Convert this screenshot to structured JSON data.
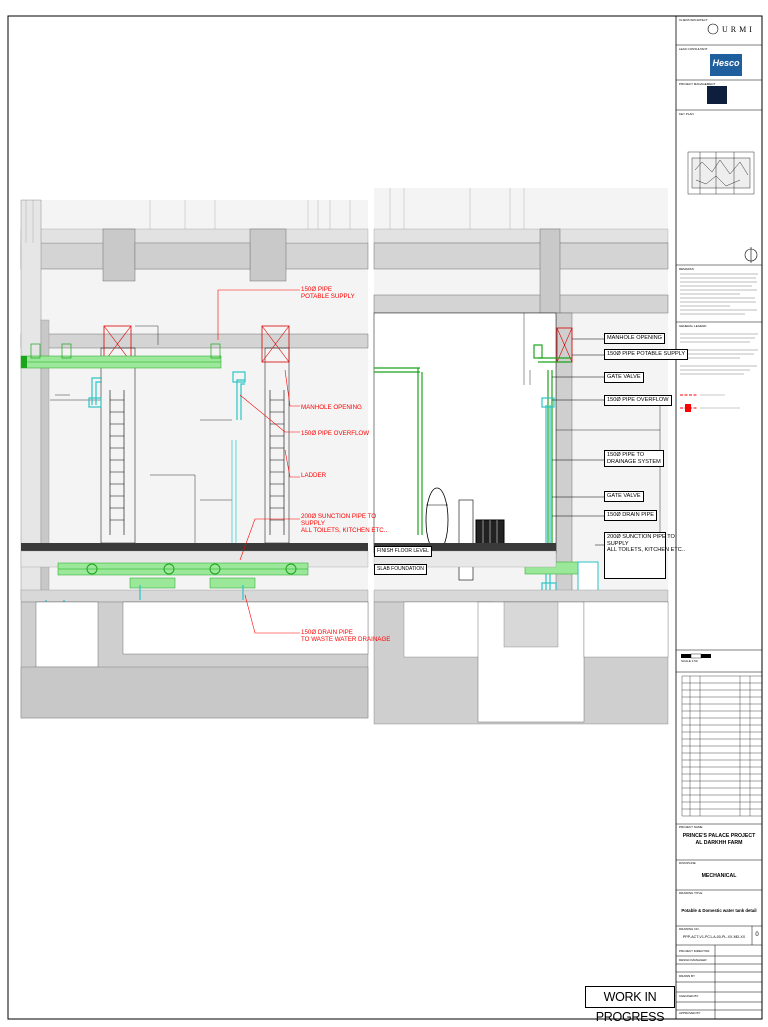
{
  "drawing": {
    "colors": {
      "structure": "#d9d9d9",
      "structure_dark": "#bfbfbf",
      "pipe": "#22c322",
      "pipe_light": "#7fe07f",
      "pipe_cyan": "#2cc4c4",
      "annotation": "#ff0000",
      "line": "#000000"
    },
    "left_section": {
      "labels": {
        "potable_supply": [
          "150Ø PIPE",
          "POTABLE SUPPLY"
        ],
        "manhole_opening": "MANHOLE OPENING",
        "overflow": "150Ø PIPE OVERFLOW",
        "ladder": "LADDER",
        "suction": [
          "200Ø SUNCTION PIPE TO",
          "SUPPLY",
          "ALL TOILETS, KITCHEN ETC.."
        ],
        "drain": [
          "150Ø DRAIN PIPE",
          "TO WASTE WATER DRAINAGE"
        ]
      }
    },
    "right_section": {
      "finish_floor_level": "FINISH FLOOR LEVEL",
      "slab_foundation": "SLAB FOUNDATION",
      "labels": {
        "manhole_opening": "MANHOLE OPENING",
        "potable_supply": "150Ø PIPE POTABLE SUPPLY",
        "gate_valve_top": "GATE VALVE",
        "overflow": "150Ø PIPE OVERFLOW",
        "drainage": [
          "150Ø PIPE TO",
          "DRAINAGE SYSTEM"
        ],
        "gate_valve_bottom": "GATE VALVE",
        "drain_pipe": "150Ø DRAIN PIPE",
        "suction": [
          "200Ø SUNCTION PIPE TO",
          "SUPPLY",
          "ALL TOILETS, KITCHEN ETC.."
        ]
      }
    },
    "work_in_progress": "WORK IN PROGRESS"
  },
  "title_block": {
    "client_architect_label": "CLIENT/ARCHITECT",
    "architect_logo": "URMI",
    "lead_consultant_label": "LEAD CONSULTANT",
    "consultant_logo": "Hesco",
    "project_management_label": "PROJECT MANAGEMENT",
    "key_plan_label": "KEY PLAN",
    "remarks_label": "REMARKS",
    "general_legend_label": "GENERAL LEGEND",
    "scale": "SCALE 1:50",
    "project_label": "PROJECT NAME",
    "project_name_1": "PRINCE'S PALACE PROJECT",
    "project_name_2": "AL DARKHH FARM",
    "discipline_label": "DISCIPLINE",
    "discipline": "MECHANICAL",
    "drawing_title_label": "DRAWING TITLE",
    "drawing_title": "Potable & Domestic water tank detail",
    "drawing_no_label": "DRAWING NO.",
    "drawing_no": "PPP-ACT-V1-PC1-A-00-PL-XX-MD-XX",
    "revision": "0",
    "rows": [
      {
        "label": "PROJECT DIRECTOR",
        "value": ""
      },
      {
        "label": "DESIGN MANAGER",
        "value": ""
      },
      {
        "label": "DRAWN BY",
        "value": ""
      },
      {
        "label": "CHECKED BY",
        "value": ""
      },
      {
        "label": "APPROVED BY",
        "value": ""
      }
    ]
  }
}
